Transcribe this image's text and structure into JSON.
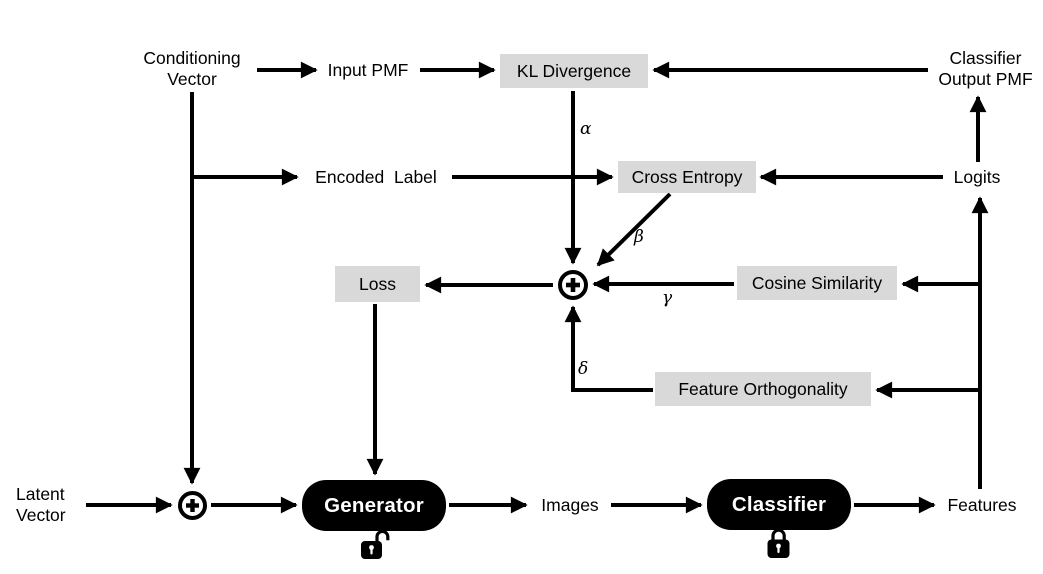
{
  "colors": {
    "background": "#ffffff",
    "box_fill": "#d9d9d9",
    "node_fill": "#000000",
    "node_text": "#ffffff",
    "line": "#000000",
    "text": "#000000"
  },
  "icons": {
    "sum_top": "plus-circle",
    "sum_bottom": "plus-circle",
    "generator_lock": "unlocked-padlock",
    "classifier_lock": "locked-padlock",
    "arrowhead": "filled-triangle"
  },
  "labels": {
    "conditioning_vector": "Conditioning\nVector",
    "input_pmf": "Input PMF",
    "kl_divergence": "KL Divergence",
    "classifier_output_pmf": "Classifier\nOutput PMF",
    "encoded_label": "Encoded  Label",
    "cross_entropy": "Cross Entropy",
    "logits": "Logits",
    "loss": "Loss",
    "cosine_similarity": "Cosine Similarity",
    "feature_orthogonality": "Feature Orthogonality",
    "latent_vector": "Latent\nVector",
    "generator": "Generator",
    "images": "Images",
    "classifier": "Classifier",
    "features": "Features"
  },
  "weights": {
    "alpha": "α",
    "beta": "β",
    "gamma": "γ",
    "delta": "δ"
  }
}
